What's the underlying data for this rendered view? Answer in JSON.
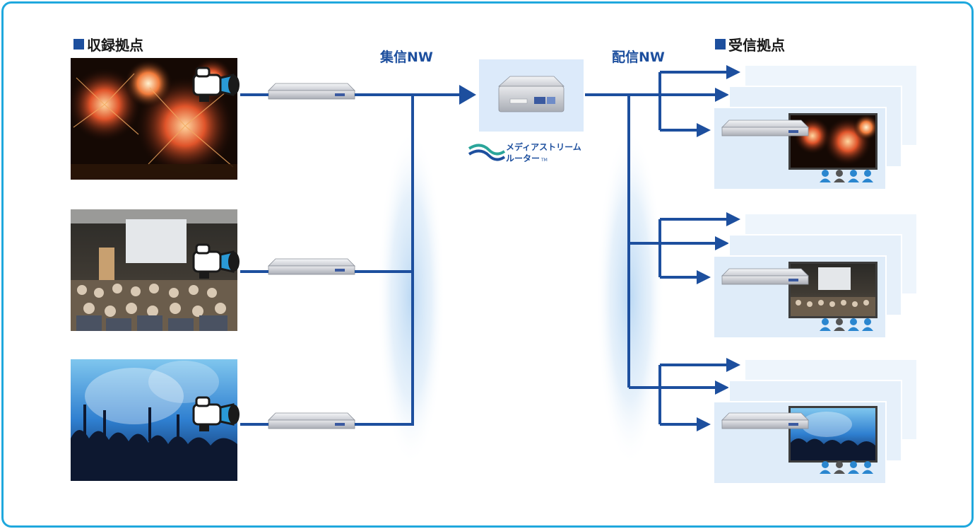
{
  "headings": {
    "capture": "収録拠点",
    "receive": "受信拠点"
  },
  "networks": {
    "collect": "集信NW",
    "distribute": "配信NW"
  },
  "router": {
    "logo_line1": "メディアストリーム",
    "logo_line2": "ルーター",
    "logo_tm": "TM"
  },
  "capture_sites": [
    {
      "scene": "fireworks"
    },
    {
      "scene": "conference"
    },
    {
      "scene": "concert"
    }
  ],
  "receive_sites": [
    {
      "scene": "fireworks"
    },
    {
      "scene": "conference"
    },
    {
      "scene": "concert"
    }
  ],
  "colors": {
    "line": "#1d4f9e",
    "frame": "#1fa8dd",
    "panel": "#e3f0fb",
    "glow": "#bcd9f4"
  }
}
